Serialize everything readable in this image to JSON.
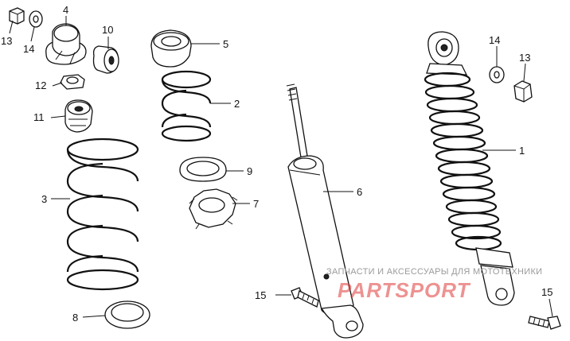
{
  "callouts": {
    "c1": "1",
    "c2": "2",
    "c3": "3",
    "c4": "4",
    "c5": "5",
    "c6": "6",
    "c7": "7",
    "c8": "8",
    "c9": "9",
    "c10": "10",
    "c11": "11",
    "c12": "12",
    "c13a": "13",
    "c14a": "14",
    "c13b": "13",
    "c14b": "14",
    "c15a": "15",
    "c15b": "15"
  },
  "watermark": {
    "tagline": "ЗАПЧАСТИ И АКСЕССУАРЫ ДЛЯ МОТОТЕХНИКИ",
    "logo": "PARTSPORT"
  },
  "colors": {
    "ink": "#111111",
    "watermark_logo": "#e03a3a",
    "watermark_text": "#9a9a9a"
  }
}
